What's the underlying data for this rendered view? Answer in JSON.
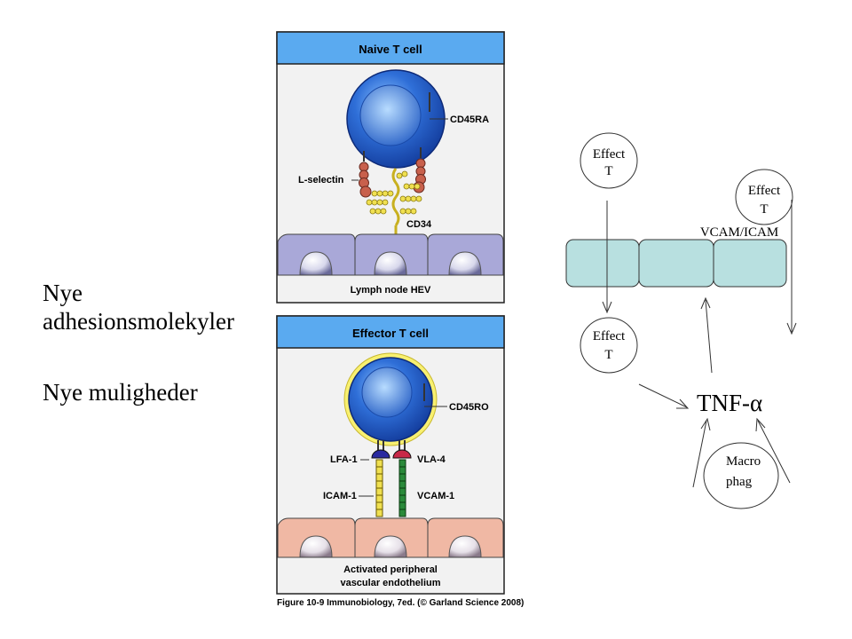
{
  "left_text": {
    "line1": "Nye",
    "line2": "adhesionsmolekyler",
    "line3": "Nye muligheder"
  },
  "figure": {
    "naive_panel": {
      "title": "Naive T cell",
      "cd45": "CD45RA",
      "lselectin": "L-selectin",
      "cd34": "CD34",
      "footer": "Lymph node HEV"
    },
    "effector_panel": {
      "title": "Effector T cell",
      "cd45": "CD45RO",
      "lfa1": "LFA-1",
      "vla4": "VLA-4",
      "icam1": "ICAM-1",
      "vcam1": "VCAM-1",
      "footer_line1": "Activated peripheral",
      "footer_line2": "vascular endothelium"
    },
    "caption": "Figure 10-9 Immunobiology, 7ed. (© Garland Science 2008)"
  },
  "schematic": {
    "effect_top_line1": "Effect",
    "effect_top_line2": "T",
    "effect_right_line1": "Effect",
    "effect_right_line2": "T",
    "vcam_icam": "VCAM/ICAM",
    "effect_bottom_line1": "Effect",
    "effect_bottom_line2": "T",
    "tnf": "TNF-α",
    "macro_line1": "Macro",
    "macro_line2": "phag"
  },
  "colors": {
    "title_bar": "#5aaaf0",
    "panel_bg": "#f2f2f2",
    "naive_endothelium": "#a9a8d8",
    "effector_endothelium": "#f0b8a4",
    "cell_blue": "#1a4fb8",
    "effector_halo": "#f8f070",
    "endothelial_box": "#b8e0e0"
  }
}
